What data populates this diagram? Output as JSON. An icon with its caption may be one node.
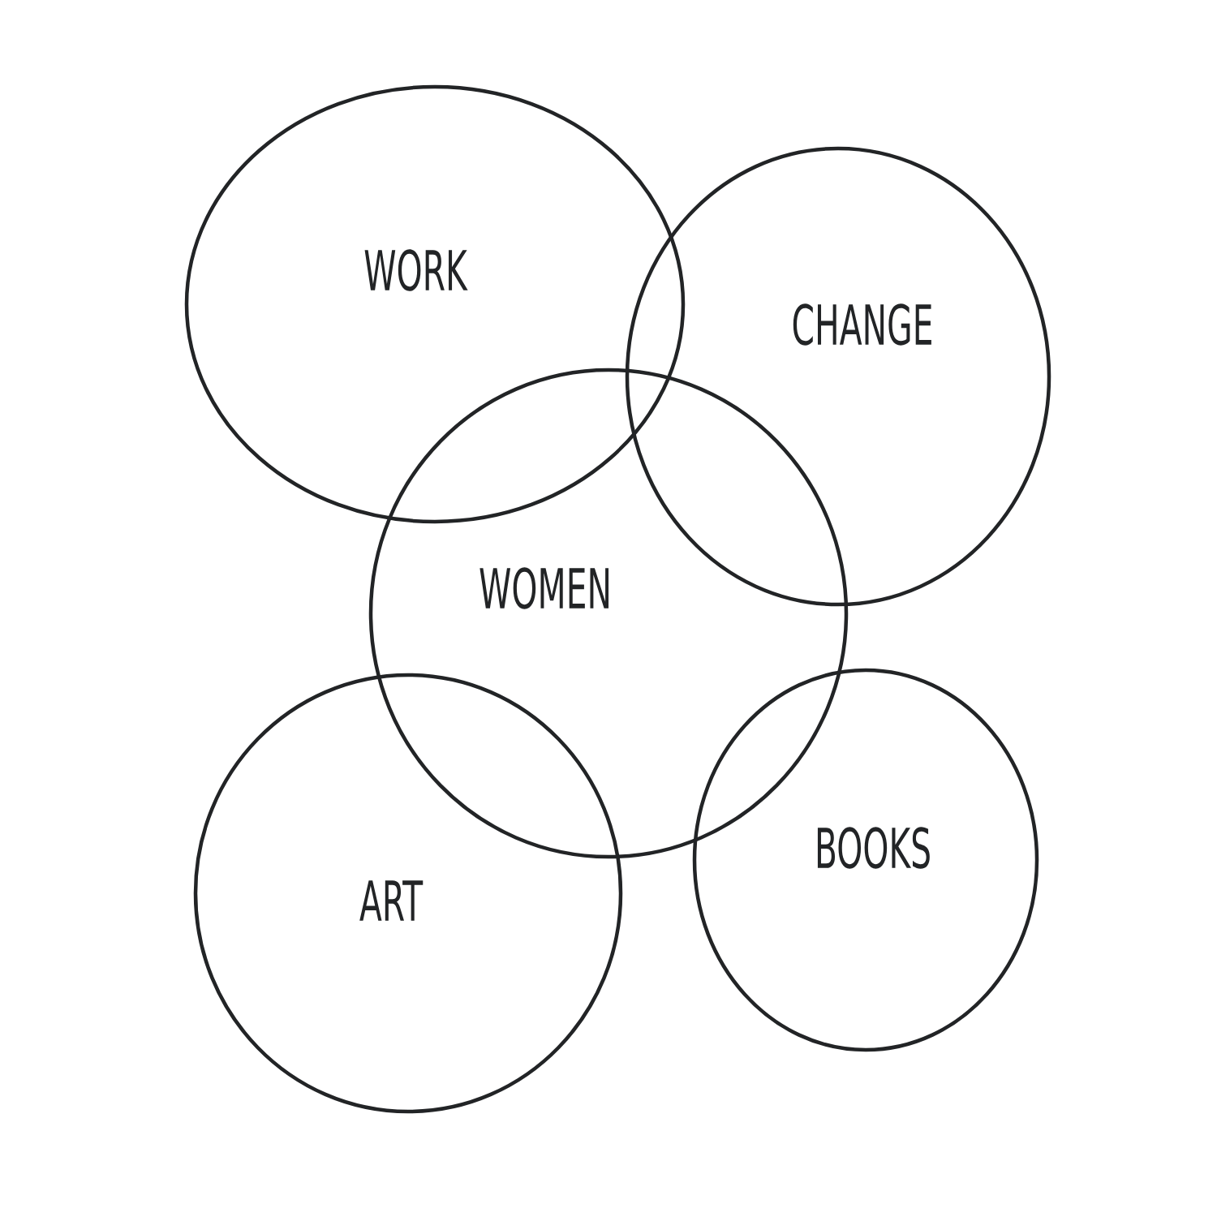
{
  "diagram": {
    "nodes": [
      {
        "text": [
          "WORK"
        ]
      },
      {
        "text": [
          "CHANGE"
        ]
      },
      {
        "text": [
          "WOMEN"
        ]
      },
      {
        "text": [
          "ART"
        ]
      },
      {
        "text": [
          "BOOKS"
        ]
      }
    ]
  }
}
